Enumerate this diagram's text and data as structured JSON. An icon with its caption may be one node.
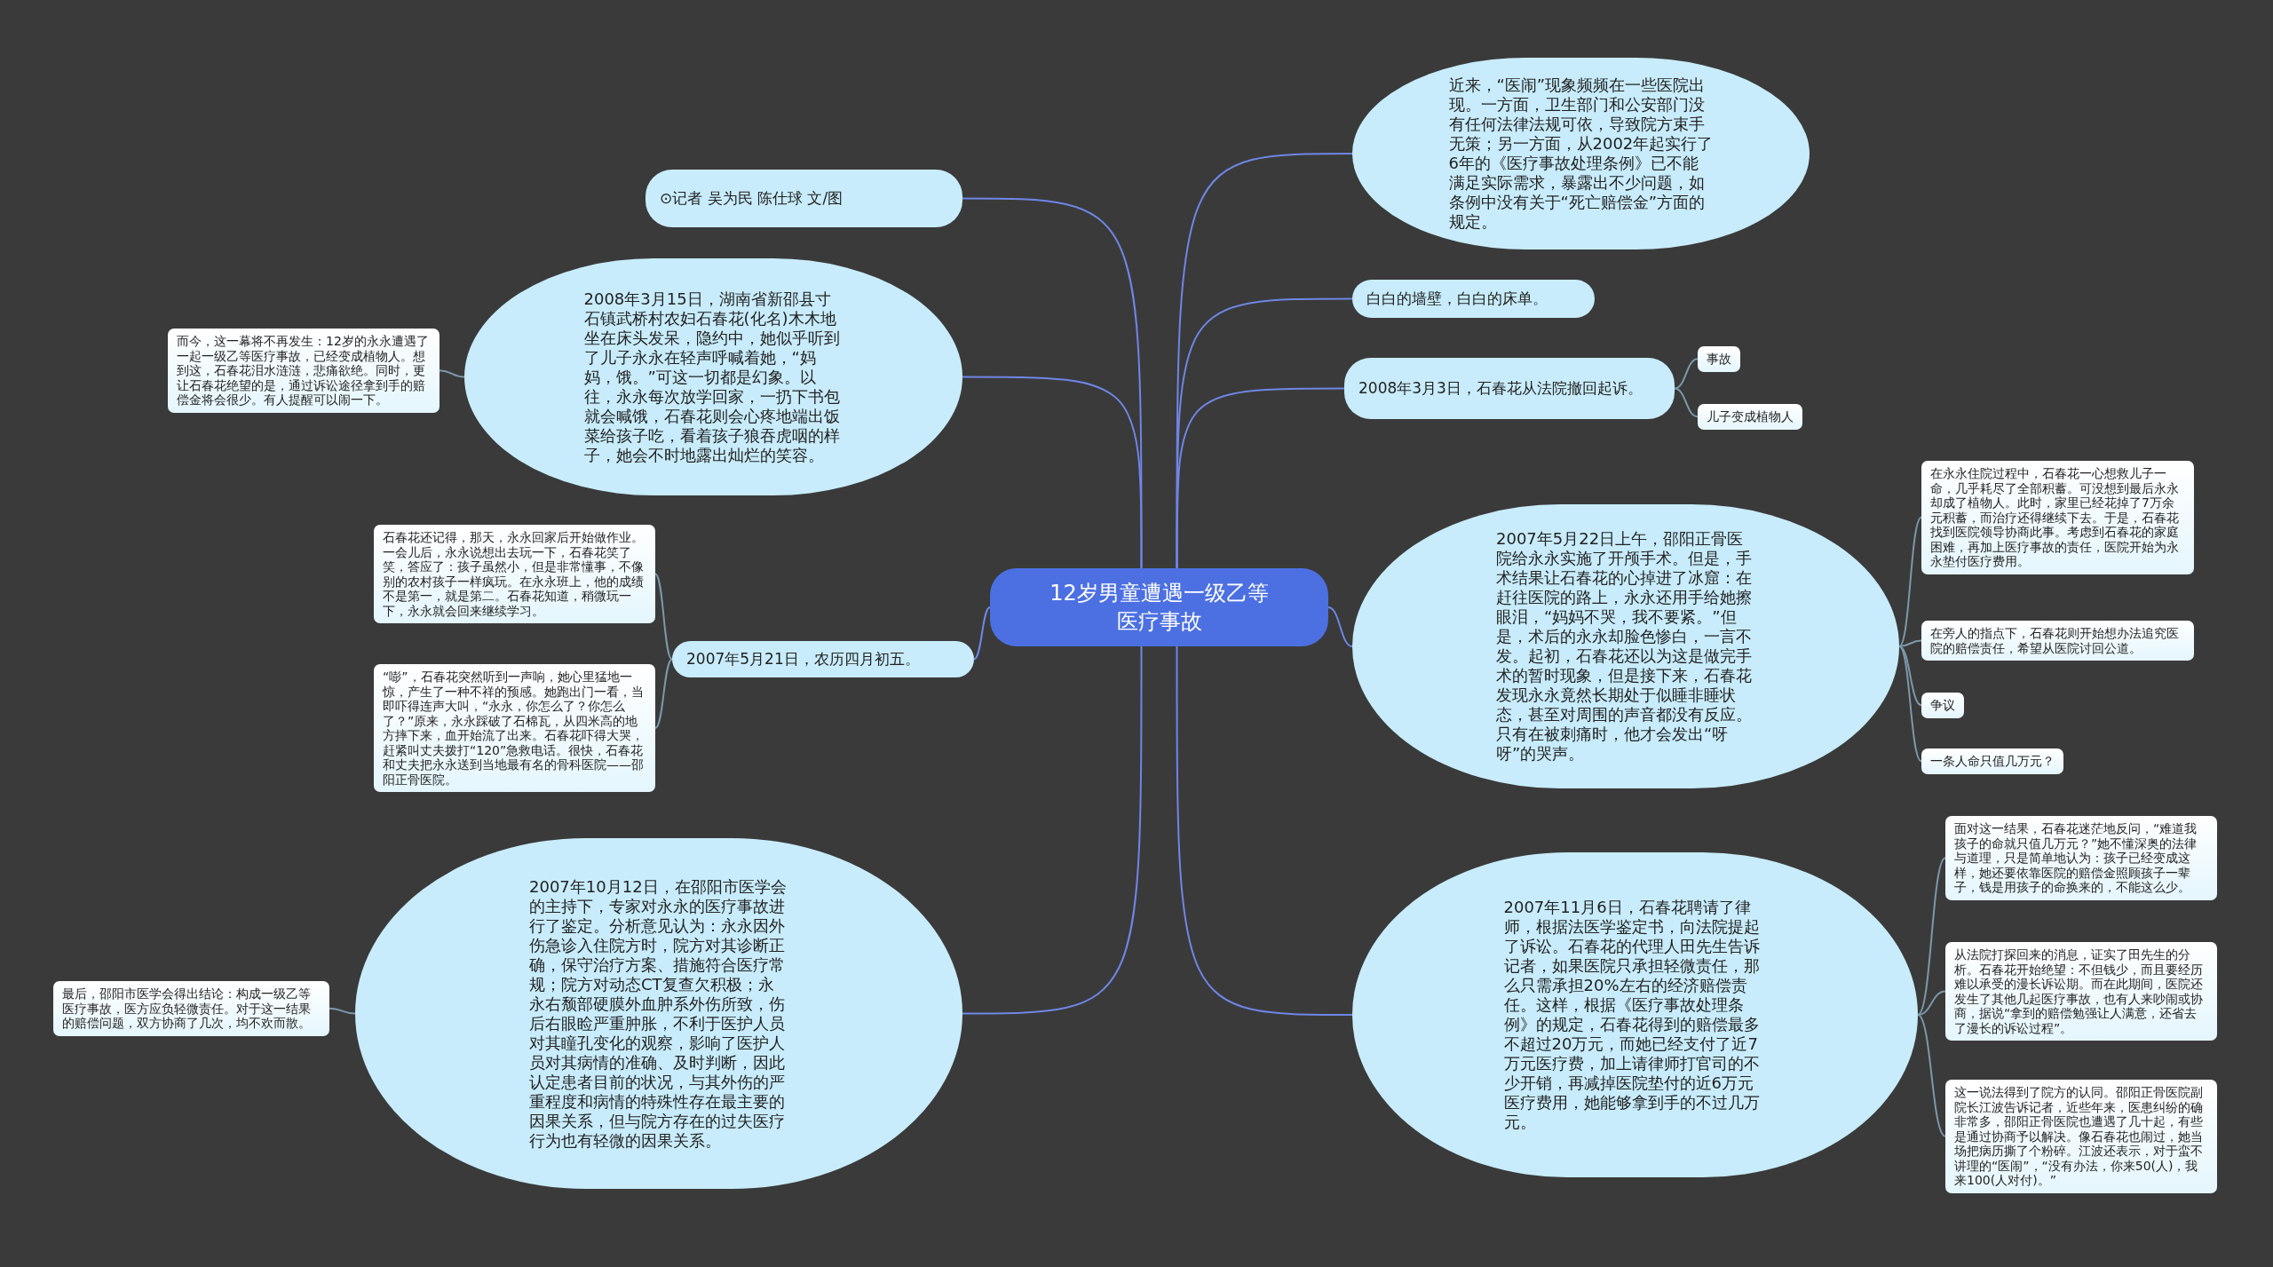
{
  "diagram": {
    "nodes": [
      {
        "text": [
          "12岁男童遭遇一级乙等医疗事故"
        ]
      },
      {
        "text": [
          "⊙记者 吴为民 陈仕球 文/图"
        ]
      },
      {
        "text": [
          "2008年3月15日，湖南省新邵县寸石镇武桥村农妇石春花(化名)木木地坐在床头发呆，隐约中，她似乎听到了儿子永永在轻声呼喊着她，“妈妈，饿。”可这一切都是幻象。以往，永永每次放学回家，一扔下书包就会喊饿，石春花则会心疼地端出饭菜给孩子吃，看着孩子狼吞虎咽的样子，她会不时地露出灿烂的笑容。"
        ]
      },
      {
        "text": [
          "而今，这一幕将不再发生：12岁的永永遭遇了一起一级乙等医疗事故，已经变成植物人。想到这，石春花泪水涟涟，悲痛欲绝。同时，更让石春花绝望的是，通过诉讼途径拿到手的赔偿金将会很少。有人提醒可以闹一下。"
        ]
      },
      {
        "text": [
          "2007年5月21日，农历四月初五。"
        ]
      },
      {
        "text": [
          "石春花还记得，那天，永永回家后开始做作业。一会儿后，永永说想出去玩一下，石春花笑了笑，答应了：孩子虽然小，但是非常懂事，不像别的农村孩子一样疯玩。在永永班上，他的成绩不是第一，就是第二。石春花知道，稍微玩一下，永永就会回来继续学习。"
        ]
      },
      {
        "text": [
          "“嘭”，石春花突然听到一声响，她心里猛地一惊，产生了一种不祥的预感。她跑出门一看，当即吓得连声大叫，“永永，你怎么了？你怎么了？”原来，永永踩破了石棉瓦，从四米高的地方摔下来，血开始流了出来。石春花吓得大哭，赶紧叫丈夫拨打“120”急救电话。很快，石春花和丈夫把永永送到当地最有名的骨科医院——邵阳正骨医院。"
        ]
      },
      {
        "text": [
          "2007年10月12日，在邵阳市医学会的主持下，专家对永永的医疗事故进行了鉴定。分析意见认为：永永因外伤急诊入住院方时，院方对其诊断正确，保守治疗方案、措施符合医疗常规；院方对动态CT复查欠积极；永永右颓部硬膜外血肿系外伤所致，伤后右眼睑严重肿胀，不利于医护人员对其瞳孔变化的观察，影响了医护人员对其病情的准确、及时判断，因此认定患者目前的状况，与其外伤的严重程度和病情的特殊性存在最主要的因果关系，但与院方存在的过失医疗行为也有轻微的因果关系。"
        ]
      },
      {
        "text": [
          "最后，邵阳市医学会得出结论：构成一级乙等医疗事故，医方应负轻微责任。对于这一结果的赔偿问题，双方协商了几次，均不欢而散。"
        ]
      },
      {
        "text": [
          "近来，“医闹”现象频频在一些医院出现。一方面，卫生部门和公安部门没有任何法律法规可依，导致院方束手无策；另一方面，从2002年起实行了6年的《医疗事故处理条例》已不能满足实际需求，暴露出不少问题，如条例中没有关于“死亡赔偿金”方面的规定。"
        ]
      },
      {
        "text": [
          "白白的墙壁，白白的床单。"
        ]
      },
      {
        "text": [
          "2008年3月3日，石春花从法院撤回起诉。"
        ]
      },
      {
        "text": [
          "事故"
        ]
      },
      {
        "text": [
          "儿子变成植物人"
        ]
      },
      {
        "text": [
          "2007年5月22日上午，邵阳正骨医院给永永实施了开颅手术。但是，手术结果让石春花的心掉进了冰窟：在赶往医院的路上，永永还用手给她擦眼泪，“妈妈不哭，我不要紧。”但是，术后的永永却脸色惨白，一言不发。起初，石春花还以为这是做完手术的暂时现象，但是接下来，石春花发现永永竟然长期处于似睡非睡状态，甚至对周围的声音都没有反应。只有在被刺痛时，他才会发出“呀呀”的哭声。"
        ]
      },
      {
        "text": [
          "在永永住院过程中，石春花一心想救儿子一命，几乎耗尽了全部积蓄。可没想到最后永永却成了植物人。此时，家里已经花掉了7万余元积蓄，而治疗还得继续下去。于是，石春花找到医院领导协商此事。考虑到石春花的家庭困难，再加上医疗事故的责任，医院开始为永永垫付医疗费用。"
        ]
      },
      {
        "text": [
          "在旁人的指点下，石春花则开始想办法追究医院的赔偿责任，希望从医院讨回公道。"
        ]
      },
      {
        "text": [
          "争议"
        ]
      },
      {
        "text": [
          "一条人命只值几万元？"
        ]
      },
      {
        "text": [
          "2007年11月6日，石春花聘请了律师，根据法医学鉴定书，向法院提起了诉讼。石春花的代理人田先生告诉记者，如果医院只承担轻微责任，那么只需承担20%左右的经济赔偿责任。这样，根据《医疗事故处理条例》的规定，石春花得到的赔偿最多不超过20万元，而她已经支付了近7万元医疗费，加上请律师打官司的不少开销，再减掉医院垫付的近6万元医疗费用，她能够拿到手的不过几万元。"
        ]
      },
      {
        "text": [
          "面对这一结果，石春花迷茫地反问，“难道我孩子的命就只值几万元？”她不懂深奥的法律与道理，只是简单地认为：孩子已经变成这样，她还要依靠医院的赔偿金照顾孩子一辈子，钱是用孩子的命换来的，不能这么少。"
        ]
      },
      {
        "text": [
          "从法院打探回来的消息，证实了田先生的分析。石春花开始绝望：不但钱少，而且要经历难以承受的漫长诉讼期。而在此期间，医院还发生了其他几起医疗事故，也有人来吵闹或协商，据说“拿到的赔偿勉强让人满意，还省去了漫长的诉讼过程”。"
        ]
      },
      {
        "text": [
          "这一说法得到了院方的认同。邵阳正骨医院副院长江波告诉记者，近些年来，医患纠纷的确非常多，邵阳正骨医院也遭遇了几十起，有些是通过协商予以解决。像石春花也闹过，她当场把病历撕了个粉碎。江波还表示，对于蛮不讲理的“医闹”，“没有办法，你来50(人)，我来100(人对付)。”"
        ]
      }
    ],
    "edges": [
      {
        "from": 0,
        "to": 1,
        "arrow": "none",
        "color": "#6f86e6"
      },
      {
        "from": 0,
        "to": 2,
        "arrow": "none",
        "color": "#6f86e6"
      },
      {
        "from": 2,
        "to": 3,
        "arrow": "none"
      },
      {
        "from": 0,
        "to": 4,
        "arrow": "none",
        "color": "#6f86e6"
      },
      {
        "from": 4,
        "to": 5,
        "arrow": "none"
      },
      {
        "from": 4,
        "to": 6,
        "arrow": "none"
      },
      {
        "from": 0,
        "to": 7,
        "arrow": "none",
        "color": "#6f86e6"
      },
      {
        "from": 7,
        "to": 8,
        "arrow": "none"
      },
      {
        "from": 0,
        "to": 9,
        "arrow": "none",
        "color": "#6f86e6"
      },
      {
        "from": 0,
        "to": 10,
        "arrow": "none",
        "color": "#6f86e6"
      },
      {
        "from": 0,
        "to": 11,
        "arrow": "none",
        "color": "#6f86e6"
      },
      {
        "from": 11,
        "to": 12,
        "arrow": "none"
      },
      {
        "from": 11,
        "to": 13,
        "arrow": "none"
      },
      {
        "from": 0,
        "to": 14,
        "arrow": "none",
        "color": "#6f86e6"
      },
      {
        "from": 14,
        "to": 15,
        "arrow": "none"
      },
      {
        "from": 14,
        "to": 16,
        "arrow": "none"
      },
      {
        "from": 14,
        "to": 17,
        "arrow": "none"
      },
      {
        "from": 14,
        "to": 18,
        "arrow": "none"
      },
      {
        "from": 0,
        "to": 19,
        "arrow": "none",
        "color": "#6f86e6"
      },
      {
        "from": 19,
        "to": 20,
        "arrow": "none"
      },
      {
        "from": 19,
        "to": 21,
        "arrow": "none"
      },
      {
        "from": 19,
        "to": 22,
        "arrow": "none"
      }
    ]
  }
}
